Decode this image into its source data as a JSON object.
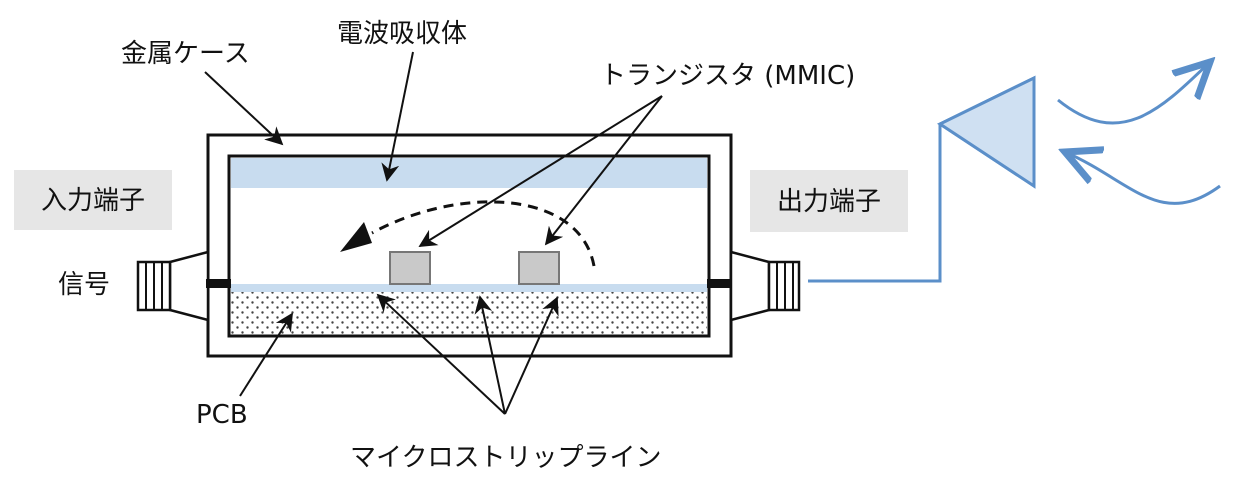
{
  "labels": {
    "metal_case": "金属ケース",
    "absorber": "電波吸収体",
    "transistor": "トランジスタ (MMIC)",
    "input_terminal": "入力端子",
    "signal": "信号",
    "output_terminal": "出力端子",
    "pcb": "PCB",
    "microstrip": "マイクロストリップライン"
  },
  "colors": {
    "absorber_fill": "#c8dcef",
    "terminal_box": "#e6e6e6",
    "chip_fill": "#c9c9c9",
    "antenna_blue": "#5b8fc9",
    "antenna_fill": "#cfe0f2",
    "line": "#111111"
  }
}
